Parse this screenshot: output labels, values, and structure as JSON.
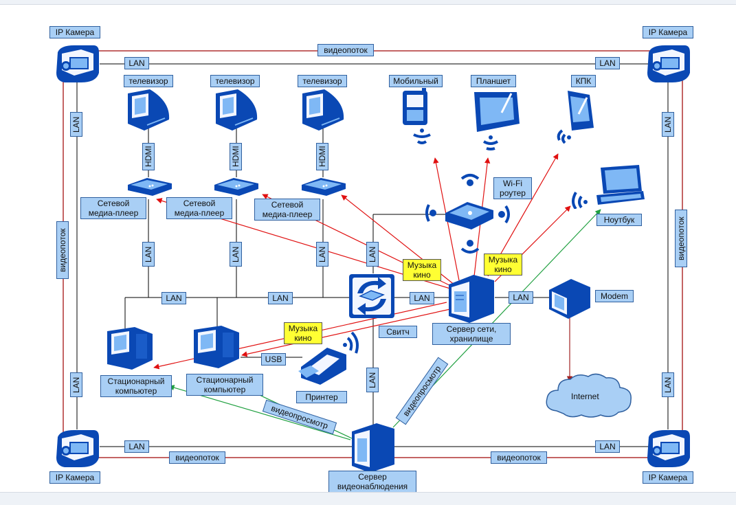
{
  "cameras": {
    "top_left": "IP Камера",
    "top_right": "IP Камера",
    "bottom_left": "IP Камера",
    "bottom_right": "IP Камера"
  },
  "tvs": [
    "телевизор",
    "телевизор",
    "телевизор"
  ],
  "hdmi": "HDMI",
  "players": [
    "Сетевой\nмедиа-плеер",
    "Сетевой\nмедиа-плеер",
    "Сетевой\nмедиа-плеер"
  ],
  "wireless": {
    "mobile": "Мобильный",
    "tablet": "Планшет",
    "pda": "КПК",
    "router": "Wi-Fi\nроутер",
    "laptop": "Ноутбук"
  },
  "lan": "LAN",
  "usb": "USB",
  "videostream": "видеопоток",
  "videoview": "видеопросмотр",
  "music": "Музыка\nкино",
  "switch": "Свитч",
  "server": "Сервер сети,\nхранилище",
  "modem": "Modem",
  "internet": "Internet",
  "pcs": [
    "Стационарный\nкомпьютер",
    "Стационарный\nкомпьютер"
  ],
  "printer": "Принтер",
  "surveillance": "Сервер\nвидеонаблюдения",
  "colors": {
    "label_fill": "#a9cff5",
    "label_border": "#2f5f9e",
    "music_fill": "#ffff33",
    "device_blue": "#0a48b4",
    "stream_line": "#b03030",
    "data_arrow": "#e01010",
    "view_line": "#20a040",
    "wire": "#000000"
  }
}
